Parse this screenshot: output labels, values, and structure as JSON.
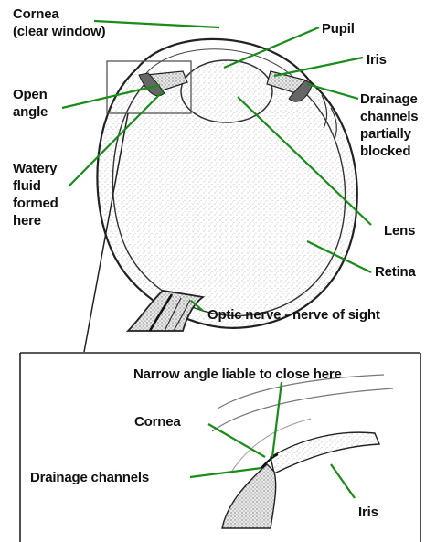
{
  "diagram": {
    "top": {
      "cornea": [
        "Cornea",
        "(clear window)"
      ],
      "pupil": "Pupil",
      "iris": "Iris",
      "open_angle": [
        "Open",
        "angle"
      ],
      "drainage_blocked": [
        "Drainage",
        "channels",
        "partially",
        "blocked"
      ],
      "watery_fluid": [
        "Watery",
        "fluid",
        "formed",
        "here"
      ],
      "lens": "Lens",
      "retina": "Retina",
      "optic_nerve": "Optic nerve - nerve of sight"
    },
    "inset": {
      "narrow_angle": "Narrow angle liable to close here",
      "cornea": "Cornea",
      "drainage_channels": "Drainage channels",
      "iris": "Iris"
    }
  },
  "colors": {
    "leader_line": "#1a8c1a",
    "outline": "#222222",
    "label_text": "#111111"
  }
}
